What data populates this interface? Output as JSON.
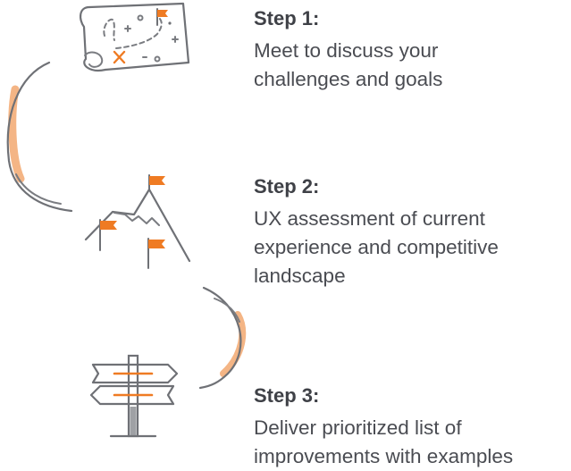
{
  "steps": [
    {
      "title": "Step 1:",
      "description": "Meet to discuss your challenges and goals",
      "icon": "treasure-map-icon"
    },
    {
      "title": "Step 2:",
      "description": "UX assessment of current experience and competitive landscape",
      "icon": "mountain-flags-icon"
    },
    {
      "title": "Step 3:",
      "description": "Deliver prioritized list of improvements with examples",
      "icon": "signpost-icon"
    }
  ],
  "colors": {
    "accent": "#ef7b23",
    "accent_soft": "#f4b585",
    "line": "#6f7176",
    "text": "#3f4147"
  }
}
